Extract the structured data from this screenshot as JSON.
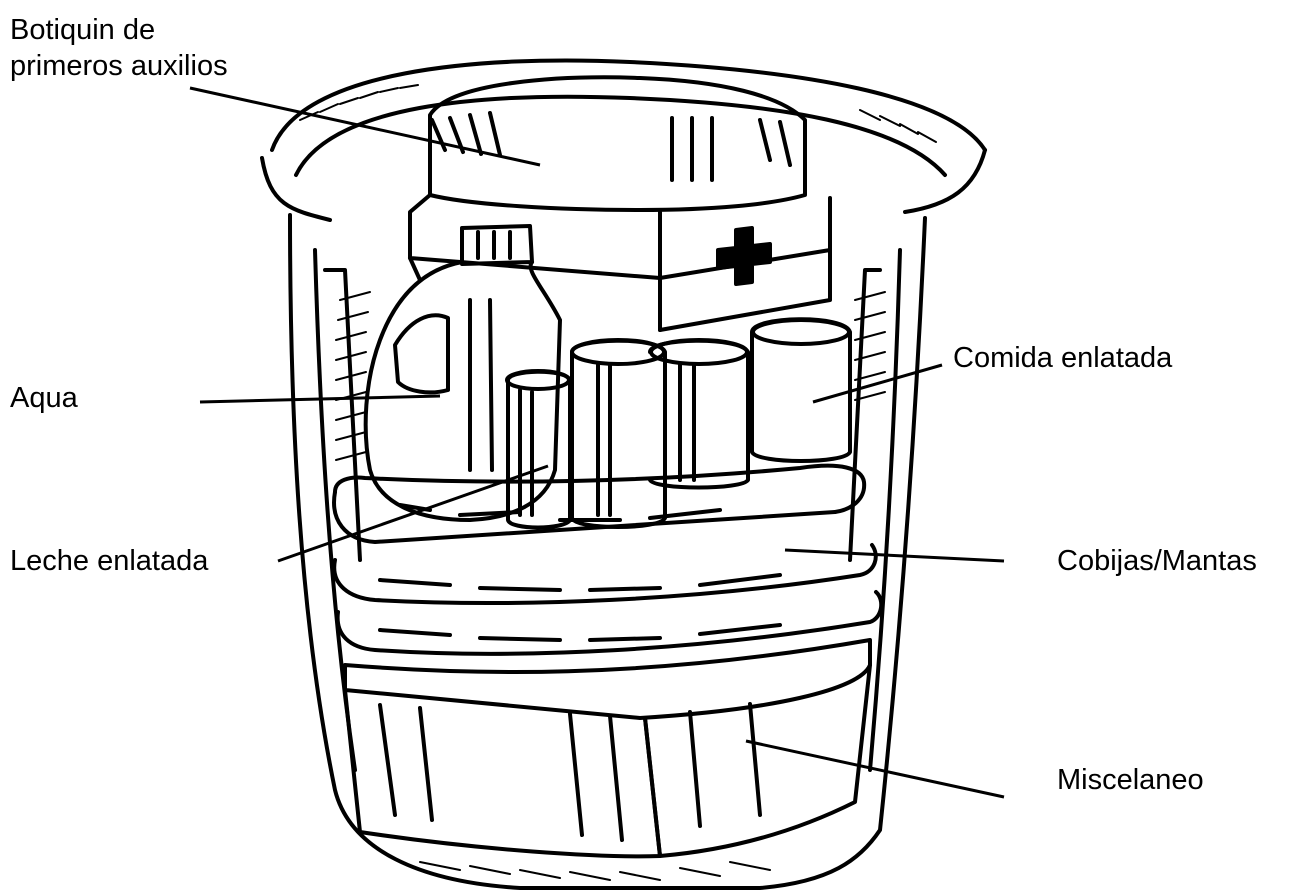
{
  "diagram": {
    "labels": {
      "first_aid_line1": "Botiquin de",
      "first_aid_line2": "primeros auxilios",
      "water": "Aqua",
      "canned_milk": "Leche enlatada",
      "canned_food": "Comida enlatada",
      "blankets": "Cobijas/Mantas",
      "misc": "Miscelaneo"
    },
    "colors": {
      "ink": "#000000",
      "background": "#ffffff"
    }
  }
}
